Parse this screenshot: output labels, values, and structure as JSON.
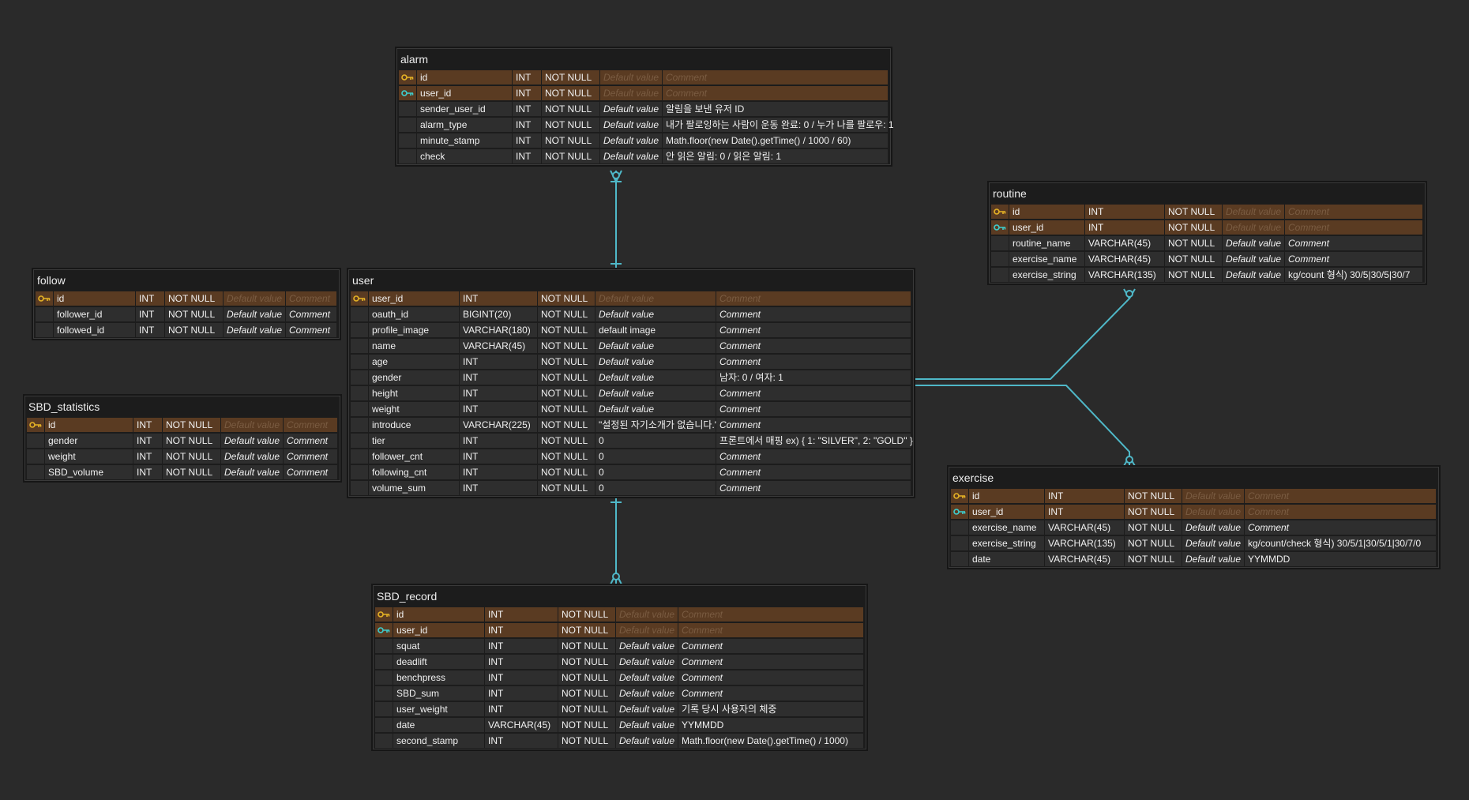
{
  "placeholders": {
    "default": "Default value",
    "comment": "Comment"
  },
  "colors": {
    "pk_key": "#e6b325",
    "fk_key": "#3ecfcf",
    "relation_line": "#4fb8c8",
    "pk_row": "#5a3b22"
  },
  "tables": [
    {
      "id": "alarm",
      "name": "alarm",
      "columns": [
        {
          "name": "id",
          "type": "INT",
          "nn": "NOT NULL",
          "default": "",
          "comment": "",
          "key": "pk"
        },
        {
          "name": "user_id",
          "type": "INT",
          "nn": "NOT NULL",
          "default": "",
          "comment": "",
          "key": "fk"
        },
        {
          "name": "sender_user_id",
          "type": "INT",
          "nn": "NOT NULL",
          "default": "",
          "comment": "알림을 보낸 유저 ID",
          "key": ""
        },
        {
          "name": "alarm_type",
          "type": "INT",
          "nn": "NOT NULL",
          "default": "",
          "comment": "내가 팔로잉하는 사람이 운동 완료: 0 / 누가 나를 팔로우: 1",
          "key": ""
        },
        {
          "name": "minute_stamp",
          "type": "INT",
          "nn": "NOT NULL",
          "default": "",
          "comment": "Math.floor(new Date().getTime() / 1000 / 60)",
          "key": ""
        },
        {
          "name": "check",
          "type": "INT",
          "nn": "NOT NULL",
          "default": "",
          "comment": "안 읽은 알림: 0 / 읽은 알림: 1",
          "key": ""
        }
      ]
    },
    {
      "id": "routine",
      "name": "routine",
      "columns": [
        {
          "name": "id",
          "type": "INT",
          "nn": "NOT NULL",
          "default": "",
          "comment": "",
          "key": "pk"
        },
        {
          "name": "user_id",
          "type": "INT",
          "nn": "NOT NULL",
          "default": "",
          "comment": "",
          "key": "fk"
        },
        {
          "name": "routine_name",
          "type": "VARCHAR(45)",
          "nn": "NOT NULL",
          "default": "",
          "comment": "",
          "key": ""
        },
        {
          "name": "exercise_name",
          "type": "VARCHAR(45)",
          "nn": "NOT NULL",
          "default": "",
          "comment": "",
          "key": ""
        },
        {
          "name": "exercise_string",
          "type": "VARCHAR(135)",
          "nn": "NOT NULL",
          "default": "",
          "comment": "kg/count 형식) 30/5|30/5|30/7",
          "key": ""
        }
      ]
    },
    {
      "id": "follow",
      "name": "follow",
      "columns": [
        {
          "name": "id",
          "type": "INT",
          "nn": "NOT NULL",
          "default": "",
          "comment": "",
          "key": "pk"
        },
        {
          "name": "follower_id",
          "type": "INT",
          "nn": "NOT NULL",
          "default": "",
          "comment": "",
          "key": ""
        },
        {
          "name": "followed_id",
          "type": "INT",
          "nn": "NOT NULL",
          "default": "",
          "comment": "",
          "key": ""
        }
      ]
    },
    {
      "id": "user",
      "name": "user",
      "columns": [
        {
          "name": "user_id",
          "type": "INT",
          "nn": "NOT NULL",
          "default": "",
          "comment": "",
          "key": "pk"
        },
        {
          "name": "oauth_id",
          "type": "BIGINT(20)",
          "nn": "NOT NULL",
          "default": "",
          "comment": "",
          "key": ""
        },
        {
          "name": "profile_image",
          "type": "VARCHAR(180)",
          "nn": "NOT NULL",
          "default": "default image",
          "comment": "",
          "key": ""
        },
        {
          "name": "name",
          "type": "VARCHAR(45)",
          "nn": "NOT NULL",
          "default": "",
          "comment": "",
          "key": ""
        },
        {
          "name": "age",
          "type": "INT",
          "nn": "NOT NULL",
          "default": "",
          "comment": "",
          "key": ""
        },
        {
          "name": "gender",
          "type": "INT",
          "nn": "NOT NULL",
          "default": "",
          "comment": "남자: 0 / 여자: 1",
          "key": ""
        },
        {
          "name": "height",
          "type": "INT",
          "nn": "NOT NULL",
          "default": "",
          "comment": "",
          "key": ""
        },
        {
          "name": "weight",
          "type": "INT",
          "nn": "NOT NULL",
          "default": "",
          "comment": "",
          "key": ""
        },
        {
          "name": "introduce",
          "type": "VARCHAR(225)",
          "nn": "NOT NULL",
          "default": "\"설정된 자기소개가 없습니다.\"",
          "comment": "",
          "key": ""
        },
        {
          "name": "tier",
          "type": "INT",
          "nn": "NOT NULL",
          "default": "0",
          "comment": "프론트에서 매핑 ex) { 1: \"SILVER\",  2: \"GOLD\" }",
          "key": ""
        },
        {
          "name": "follower_cnt",
          "type": "INT",
          "nn": "NOT NULL",
          "default": "0",
          "comment": "",
          "key": ""
        },
        {
          "name": "following_cnt",
          "type": "INT",
          "nn": "NOT NULL",
          "default": "0",
          "comment": "",
          "key": ""
        },
        {
          "name": "volume_sum",
          "type": "INT",
          "nn": "NOT NULL",
          "default": "0",
          "comment": "",
          "key": ""
        }
      ]
    },
    {
      "id": "sbd_statistics",
      "name": "SBD_statistics",
      "columns": [
        {
          "name": "id",
          "type": "INT",
          "nn": "NOT NULL",
          "default": "",
          "comment": "",
          "key": "pk"
        },
        {
          "name": "gender",
          "type": "INT",
          "nn": "NOT NULL",
          "default": "",
          "comment": "",
          "key": ""
        },
        {
          "name": "weight",
          "type": "INT",
          "nn": "NOT NULL",
          "default": "",
          "comment": "",
          "key": ""
        },
        {
          "name": "SBD_volume",
          "type": "INT",
          "nn": "NOT NULL",
          "default": "",
          "comment": "",
          "key": ""
        }
      ]
    },
    {
      "id": "exercise",
      "name": "exercise",
      "columns": [
        {
          "name": "id",
          "type": "INT",
          "nn": "NOT NULL",
          "default": "",
          "comment": "",
          "key": "pk"
        },
        {
          "name": "user_id",
          "type": "INT",
          "nn": "NOT NULL",
          "default": "",
          "comment": "",
          "key": "fk"
        },
        {
          "name": "exercise_name",
          "type": "VARCHAR(45)",
          "nn": "NOT NULL",
          "default": "",
          "comment": "",
          "key": ""
        },
        {
          "name": "exercise_string",
          "type": "VARCHAR(135)",
          "nn": "NOT NULL",
          "default": "",
          "comment": "kg/count/check 형식) 30/5/1|30/5/1|30/7/0",
          "key": ""
        },
        {
          "name": "date",
          "type": "VARCHAR(45)",
          "nn": "NOT NULL",
          "default": "",
          "comment": "YYMMDD",
          "key": ""
        }
      ]
    },
    {
      "id": "sbd_record",
      "name": "SBD_record",
      "columns": [
        {
          "name": "id",
          "type": "INT",
          "nn": "NOT NULL",
          "default": "",
          "comment": "",
          "key": "pk"
        },
        {
          "name": "user_id",
          "type": "INT",
          "nn": "NOT NULL",
          "default": "",
          "comment": "",
          "key": "fk"
        },
        {
          "name": "squat",
          "type": "INT",
          "nn": "NOT NULL",
          "default": "",
          "comment": "",
          "key": ""
        },
        {
          "name": "deadlift",
          "type": "INT",
          "nn": "NOT NULL",
          "default": "",
          "comment": "",
          "key": ""
        },
        {
          "name": "benchpress",
          "type": "INT",
          "nn": "NOT NULL",
          "default": "",
          "comment": "",
          "key": ""
        },
        {
          "name": "SBD_sum",
          "type": "INT",
          "nn": "NOT NULL",
          "default": "",
          "comment": "",
          "key": ""
        },
        {
          "name": "user_weight",
          "type": "INT",
          "nn": "NOT NULL",
          "default": "",
          "comment": "기록 당시 사용자의 체중",
          "key": ""
        },
        {
          "name": "date",
          "type": "VARCHAR(45)",
          "nn": "NOT NULL",
          "default": "",
          "comment": "YYMMDD",
          "key": ""
        },
        {
          "name": "second_stamp",
          "type": "INT",
          "nn": "NOT NULL",
          "default": "",
          "comment": "Math.floor(new Date().getTime() / 1000)",
          "key": ""
        }
      ]
    }
  ]
}
